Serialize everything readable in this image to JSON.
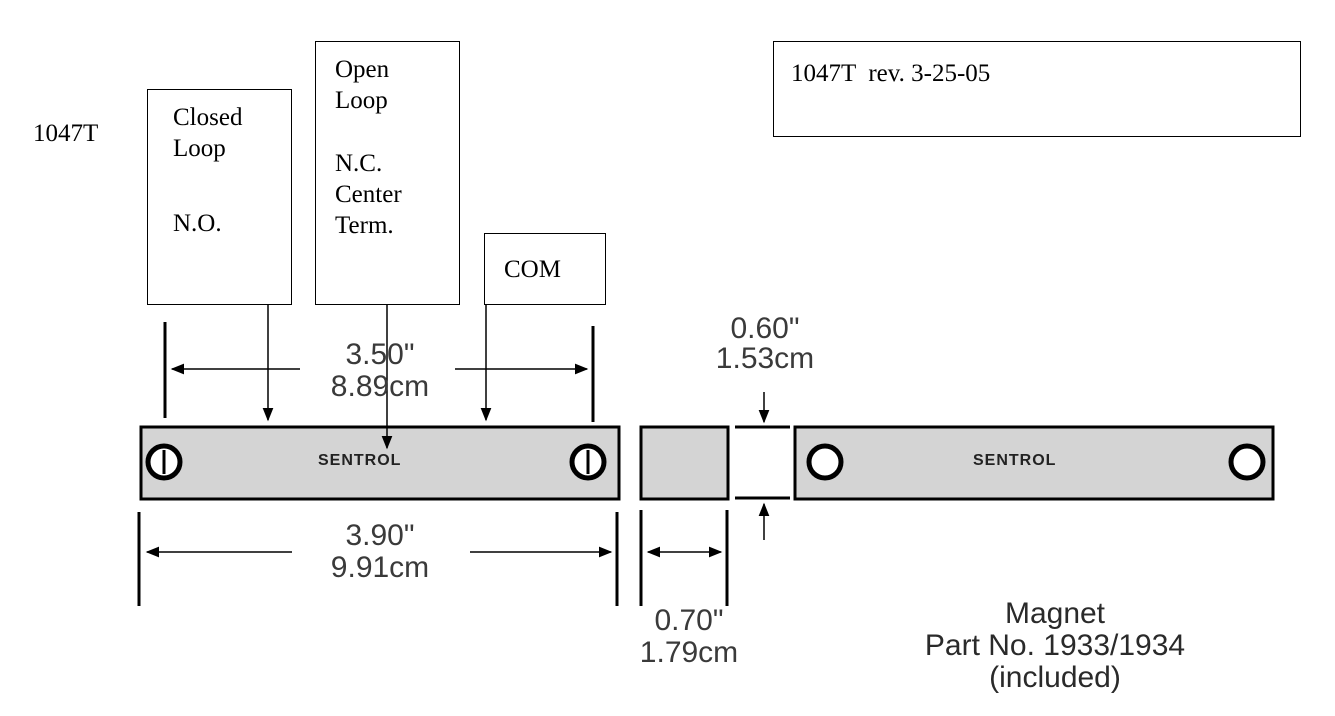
{
  "model_label": "1047T",
  "revision_box": {
    "text": "1047T  rev. 3-25-05"
  },
  "callouts": {
    "closed_loop": {
      "line1": "Closed",
      "line2": "Loop",
      "line3": "N.O."
    },
    "open_loop": {
      "line1": "Open",
      "line2": "Loop",
      "line3": "N.C.",
      "line4": "Center",
      "line5": "Term."
    },
    "com": {
      "text": "COM"
    }
  },
  "dimensions": {
    "terminal_spacing": {
      "inches": "3.50\"",
      "cm": "8.89cm"
    },
    "switch_length": {
      "inches": "3.90\"",
      "cm": "9.91cm"
    },
    "gap": {
      "inches": "0.60\"",
      "cm": "1.53cm"
    },
    "block_width": {
      "inches": "0.70\"",
      "cm": "1.79cm"
    }
  },
  "brand_labels": {
    "switch": "SENTROL",
    "magnet": "SENTROL"
  },
  "magnet_caption": {
    "line1": "Magnet",
    "line2": "Part No. 1933/1934",
    "line3": "(included)"
  },
  "colors": {
    "body_fill": "#d4d4d4",
    "outline": "#000000",
    "dim_text": "#3a3a3a"
  }
}
